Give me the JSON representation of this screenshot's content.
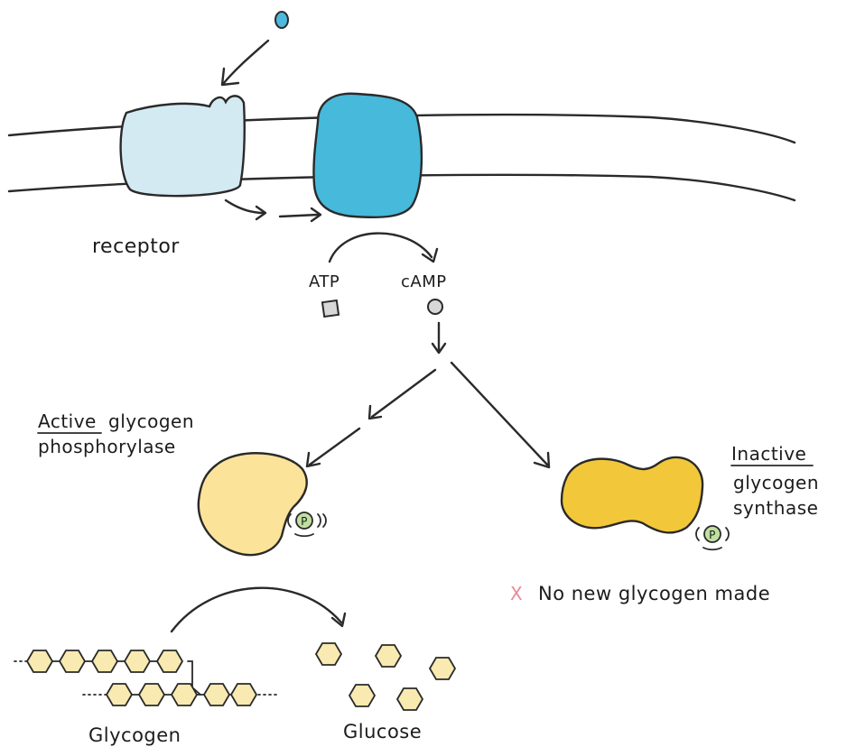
{
  "labels": {
    "receptor": "receptor",
    "atp": "ATP",
    "camp": "cAMP",
    "active_word": "Active",
    "active_rest": "glycogen",
    "active_line2": "phosphorylase",
    "inactive_word": "Inactive",
    "inactive_line2": "glycogen",
    "inactive_line3": "synthase",
    "phospho_left": "P",
    "phospho_right": "P",
    "no_new_mark": "X",
    "no_new_text": "No new glycogen made",
    "glycogen": "Glycogen",
    "glucose": "Glucose"
  },
  "colors": {
    "ligand": "#4fb8dc",
    "receptor": "#d4eaf3",
    "enzyme": "#47b9db",
    "phosphorylase": "#fbe39a",
    "synthase": "#f2c83a",
    "phosphate": "#bfe0a0",
    "hexagon": "#f8eab0",
    "ring_gray": "#d8d8d8",
    "cross": "#e88a9a"
  }
}
